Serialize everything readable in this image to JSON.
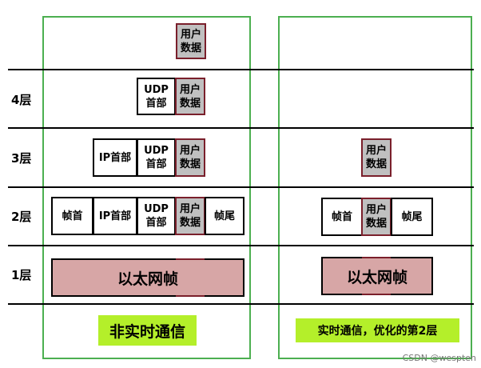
{
  "layers": {
    "l4": "4层",
    "l3": "3层",
    "l2": "2层",
    "l1": "1层"
  },
  "boxes": {
    "user_data": "用户\n数据",
    "udp_header": "UDP\n首部",
    "ip_header": "IP首部",
    "frame_header": "帧首",
    "frame_trailer": "帧尾"
  },
  "frame_label": "以太网帧",
  "left_caption": "非实时通信",
  "right_caption": "实时通信，优化的第2层",
  "watermark": "CSDN @wespten",
  "colors": {
    "panel_border": "#4caf50",
    "user_data_fill": "#c0c0c0",
    "user_data_border": "#7a1f2b",
    "frame_fill": "#d7a6a6",
    "caption_highlight": "#b4ef2a"
  }
}
